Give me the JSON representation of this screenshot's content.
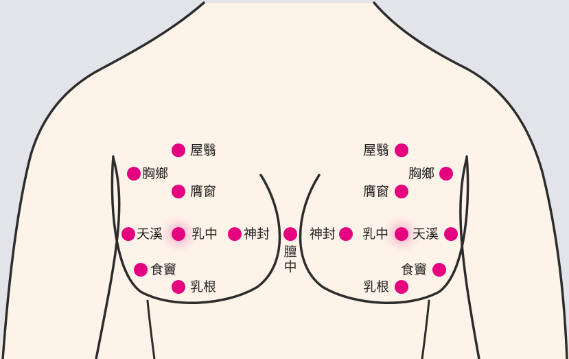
{
  "colors": {
    "background": "#e2e4ea",
    "skin": "#fdf3e8",
    "outline": "#2c2c2c",
    "point": "#e5007f",
    "glow": "#f7b6cc",
    "label": "#222222"
  },
  "points": {
    "left": {
      "wuyi": "屋翳",
      "xiongxiang": "胸鄉",
      "yingchuang": "膺窗",
      "tianxi": "天溪",
      "ruzhong": "乳中",
      "shenfeng": "神封",
      "shidou": "食竇",
      "rugen": "乳根"
    },
    "center": {
      "danzhong": "膻中"
    },
    "right": {
      "wuyi": "屋翳",
      "xiongxiang": "胸鄉",
      "yingchuang": "膺窗",
      "shenfeng": "神封",
      "ruzhong": "乳中",
      "tianxi": "天溪",
      "shidou": "食竇",
      "rugen": "乳根"
    }
  }
}
